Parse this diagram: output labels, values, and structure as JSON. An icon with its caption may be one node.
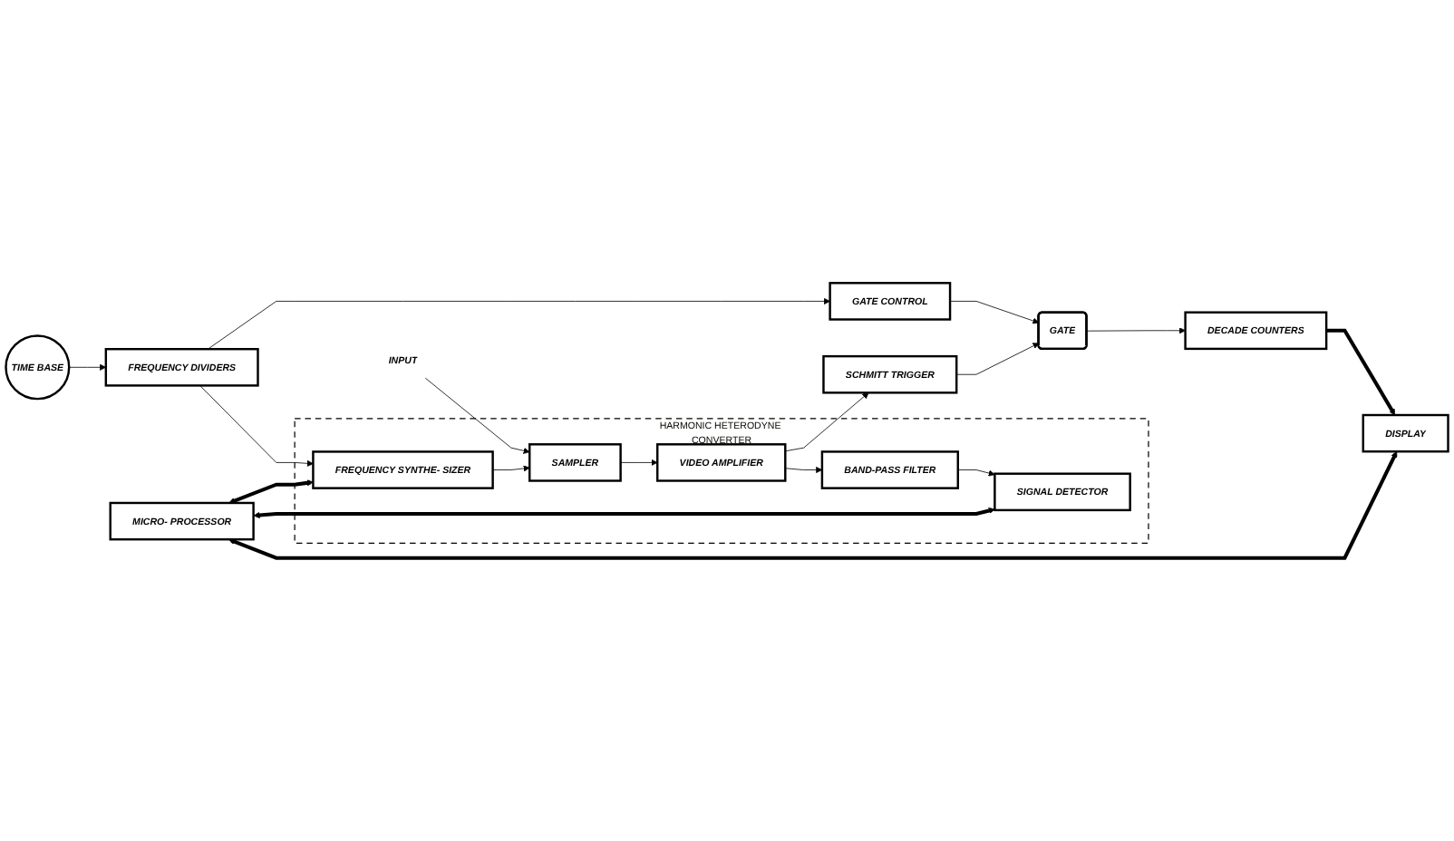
{
  "diagram": {
    "nodes": [
      {
        "text": [
          "HARMONIC HETERODYNE CONVERTER"
        ]
      },
      {
        "text": [
          "INPUT"
        ]
      },
      {
        "text": [
          "SAMPLER"
        ],
        "in": 0
      },
      {
        "text": [
          "VIDEO AMPLIFIER"
        ],
        "in": 0
      },
      {
        "text": [
          "BAND-PASS FILTER"
        ],
        "in": 0
      },
      {
        "text": [
          "FREQUENCY SYNTHE- SIZER"
        ],
        "in": 0
      },
      {
        "text": [
          "SIGNAL DETECTOR"
        ],
        "in": 0
      },
      {
        "text": [
          "SCHMITT TRIGGER"
        ]
      },
      {
        "text": [
          "GATE"
        ]
      },
      {
        "text": [
          "DECADE COUNTERS"
        ]
      },
      {
        "text": [
          "GATE CONTROL"
        ]
      },
      {
        "text": [
          "DISPLAY"
        ]
      },
      {
        "text": [
          "TIME BASE"
        ]
      },
      {
        "text": [
          "FREQUENCY DIVIDERS"
        ]
      },
      {
        "text": [
          "MICRO- PROCESSOR"
        ]
      }
    ],
    "edges": [
      {
        "from": 1,
        "to": 2,
        "arrow": "to"
      },
      {
        "from": 2,
        "to": 3,
        "arrow": "to"
      },
      {
        "from": 3,
        "to": 7,
        "arrow": "to"
      },
      {
        "from": 7,
        "to": 8,
        "arrow": "to"
      },
      {
        "from": 8,
        "to": 9,
        "arrow": "to"
      },
      {
        "from": 3,
        "to": 4,
        "arrow": "to"
      },
      {
        "from": 4,
        "to": 6,
        "arrow": "to"
      },
      {
        "from": 5,
        "to": 2,
        "arrow": "to"
      },
      {
        "from": 10,
        "to": 8,
        "arrow": "to"
      },
      {
        "from": 13,
        "to": 10,
        "arrow": "to"
      },
      {
        "from": 12,
        "to": 13,
        "arrow": "to"
      },
      {
        "from": 13,
        "to": 5,
        "arrow": "to"
      },
      {
        "from": 9,
        "to": 11,
        "arrow": "to",
        "style": "thick"
      },
      {
        "from": 14,
        "to": 5,
        "arrow": "both",
        "style": "thick"
      },
      {
        "from": 14,
        "to": 6,
        "arrow": "both",
        "style": "thick"
      },
      {
        "from": 14,
        "to": 11,
        "arrow": "both",
        "style": "thick"
      }
    ]
  }
}
